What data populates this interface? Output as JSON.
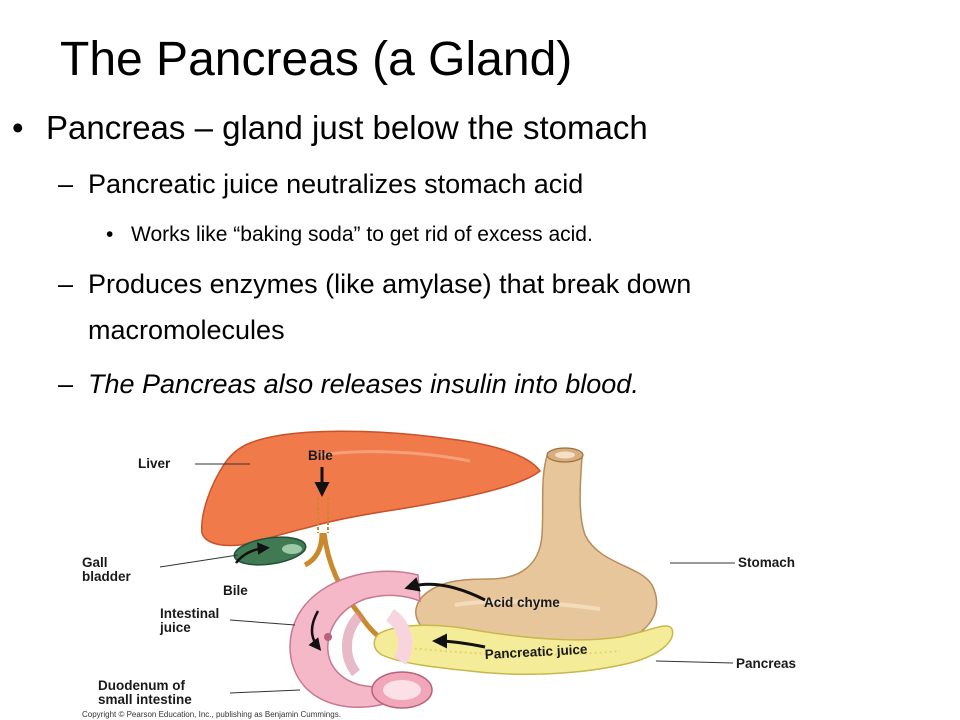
{
  "slide": {
    "title": "The Pancreas (a Gland)",
    "bullets": {
      "main_marker": "•",
      "main": "Pancreas – gland just below the stomach",
      "sub1_marker": "–",
      "sub1": "Pancreatic juice neutralizes stomach acid",
      "sub1_detail_marker": "•",
      "sub1_detail": "Works like “baking soda” to get rid of excess acid.",
      "sub2_marker": "–",
      "sub2_line1": "Produces enzymes (like amylase) that break down",
      "sub2_line2": "macromolecules",
      "sub3_marker": "–",
      "sub3": "The Pancreas also releases insulin into blood."
    }
  },
  "diagram": {
    "labels": {
      "liver": "Liver",
      "bile_top": "Bile",
      "gall_line1": "Gall",
      "gall_line2": "bladder",
      "bile_bottom": "Bile",
      "intestinal_line1": "Intestinal",
      "intestinal_line2": "juice",
      "duodenum_line1": "Duodenum of",
      "duodenum_line2": "small intestine",
      "stomach": "Stomach",
      "acid_chyme": "Acid chyme",
      "pancreatic_juice": "Pancreatic juice",
      "pancreas": "Pancreas"
    },
    "copyright": "Copyright © Pearson Education, Inc., publishing as Benjamin Cummings.",
    "colors": {
      "liver": "#f07a4a",
      "stomach": "#e8c69c",
      "intestine": "#f4b8c8",
      "pancreas": "#f5ec9a",
      "gallbladder": "#3f7a52",
      "duct": "#c98a2e"
    }
  }
}
